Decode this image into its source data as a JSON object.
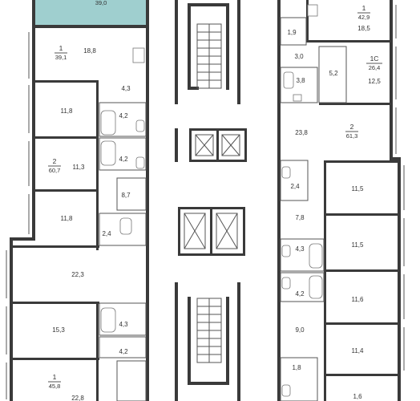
{
  "colors": {
    "highlight": "#9fcfcf",
    "wall": "#3a3a3a",
    "fixture": "#777777"
  },
  "apartments": [
    {
      "id": "apt-left-1-top",
      "rooms": "1",
      "area": "39,1"
    },
    {
      "id": "apt-left-2",
      "rooms": "2",
      "area": "60,7"
    },
    {
      "id": "apt-left-1-bottom",
      "rooms": "1",
      "area": "45,8"
    },
    {
      "id": "apt-right-1",
      "rooms": "1",
      "area": "42,9"
    },
    {
      "id": "apt-right-1c",
      "rooms": "1С",
      "area": "26,4"
    },
    {
      "id": "apt-right-2",
      "rooms": "2",
      "area": "61,3"
    }
  ],
  "highlighted_area": "39,0",
  "rooms": [
    "18,8",
    "4,3",
    "11,8",
    "4,2",
    "11,3",
    "4,2",
    "8,7",
    "11,8",
    "2,4",
    "22,3",
    "15,3",
    "4,3",
    "4,2",
    "22,8",
    "18,5",
    "1,9",
    "3,0",
    "5,2",
    "3,8",
    "12,5",
    "23,8",
    "2,4",
    "11,5",
    "7,8",
    "11,5",
    "4,3",
    "4,2",
    "11,6",
    "9,0",
    "11,4",
    "1,8",
    "1,6"
  ]
}
